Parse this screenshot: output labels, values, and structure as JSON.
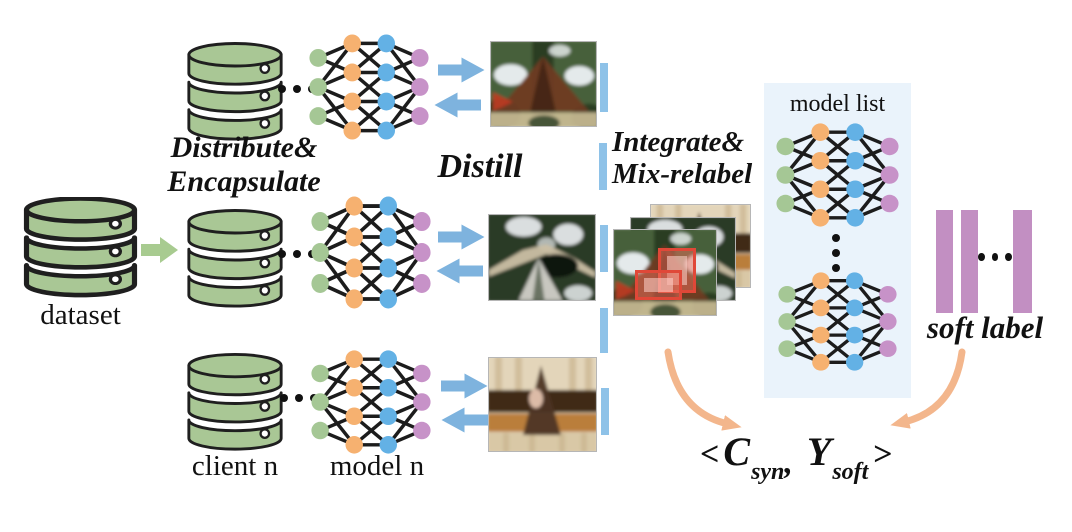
{
  "labels": {
    "distribute_line1": "Distribute&",
    "distribute_line2": "Encapsulate",
    "distill": "Distill",
    "integrate_line1": "Integrate&",
    "integrate_line2": "Mix-relabel",
    "dataset": "dataset",
    "client_n": "client n",
    "model_n": "model n",
    "model_list": "model list",
    "soft_label": "soft label"
  },
  "formula": {
    "open": "<",
    "c": "C",
    "c_sub": "syn",
    "comma": ",",
    "y": "Y",
    "y_sub": "soft",
    "close": ">"
  },
  "nn": {
    "layer_sizes": [
      3,
      4,
      4,
      3
    ],
    "layer_colors": [
      "#a5c795",
      "#f6b170",
      "#63b1e5",
      "#c792c8"
    ],
    "edge_color": "#1c1c1c"
  },
  "colors": {
    "db_fill": "#a9c795",
    "db_stroke": "#1f1f1f",
    "green_arrow": "#a8cb90",
    "blue_arrow": "#7eb3de",
    "blue_bar": "#8ec2e8",
    "box_bg": "#eaf3fb",
    "purple_bar": "#c28fc2",
    "orange_arrow": "#f3b68c",
    "red_box": "#e04838",
    "text": "#111111"
  },
  "image_palettes": {
    "volcano": {
      "bg1": "#47603a",
      "bg2": "#293d22",
      "cloud": "#edf1f4",
      "cone": "#6e3a22",
      "cone_dark": "#38200f",
      "red": "#c23a22",
      "sand": "#d6c49c"
    },
    "darkmountain": {
      "bg": "#2c3a26",
      "cloud": "#e9edef",
      "ridge": "#cbbfa4",
      "hole": "#0c140a",
      "scree": "#d9d7d1"
    },
    "tan": {
      "bg": "#e3d5ba",
      "streak": "#c2ab82",
      "band": "#3a2413",
      "orange": "#b5742c",
      "peak": "#4c3424",
      "blob": "#eccab6",
      "bottom": "#d9c8a6"
    }
  }
}
